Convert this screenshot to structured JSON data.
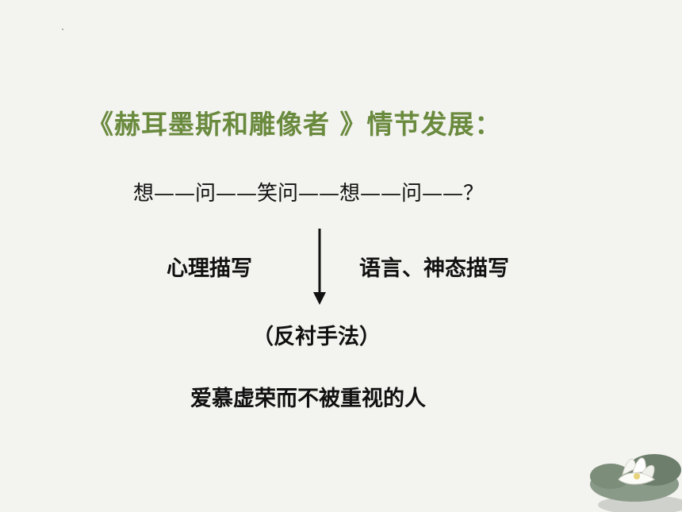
{
  "slide": {
    "title": "《赫耳墨斯和雕像者 》情节发展：",
    "plot_sequence": "想——问——笑问——想——问——？",
    "label_left": "心理描写",
    "label_right": "语言、神态描写",
    "technique": "（反衬手法）",
    "conclusion": "爱慕虚荣而不被重视的人"
  },
  "colors": {
    "title": "#6a8a3e",
    "text": "#111111",
    "background": "#f3f3ef"
  },
  "icons": {
    "arrow": "arrow-down-icon",
    "decoration": "lotus-flower-icon"
  }
}
